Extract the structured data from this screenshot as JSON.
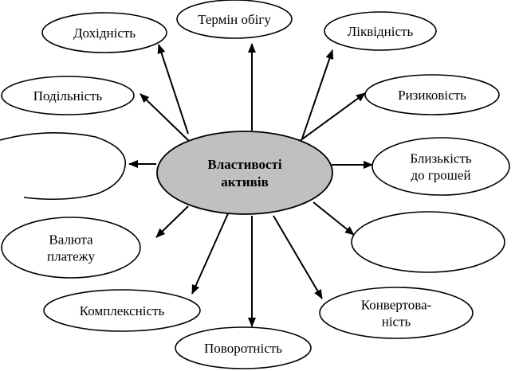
{
  "center": {
    "lines": [
      "Властивості",
      "активів"
    ],
    "fill": "#c0c0c0"
  },
  "nodes": [
    {
      "id": "dokhidnist",
      "lines": [
        "Дохідність"
      ]
    },
    {
      "id": "termin-obihu",
      "lines": [
        "Термін обігу"
      ]
    },
    {
      "id": "likvidnist",
      "lines": [
        "Ліквідність"
      ]
    },
    {
      "id": "podilnist",
      "lines": [
        "Подільність"
      ]
    },
    {
      "id": "ryzykovist",
      "lines": [
        "Ризиковість"
      ]
    },
    {
      "id": "empty-left",
      "lines": []
    },
    {
      "id": "blyzkist",
      "lines": [
        "Близькість",
        "до грошей"
      ]
    },
    {
      "id": "valiuta",
      "lines": [
        "Валюта",
        "платежу"
      ]
    },
    {
      "id": "empty-right",
      "lines": []
    },
    {
      "id": "kompleksnist",
      "lines": [
        "Комплексність"
      ]
    },
    {
      "id": "konvertovanist",
      "lines": [
        "Конвертова-",
        "ність"
      ]
    },
    {
      "id": "povorotnist",
      "lines": [
        "Поворотність"
      ]
    }
  ],
  "colors": {
    "stroke": "#000000",
    "node_fill": "#ffffff",
    "background": "#ffffff"
  }
}
